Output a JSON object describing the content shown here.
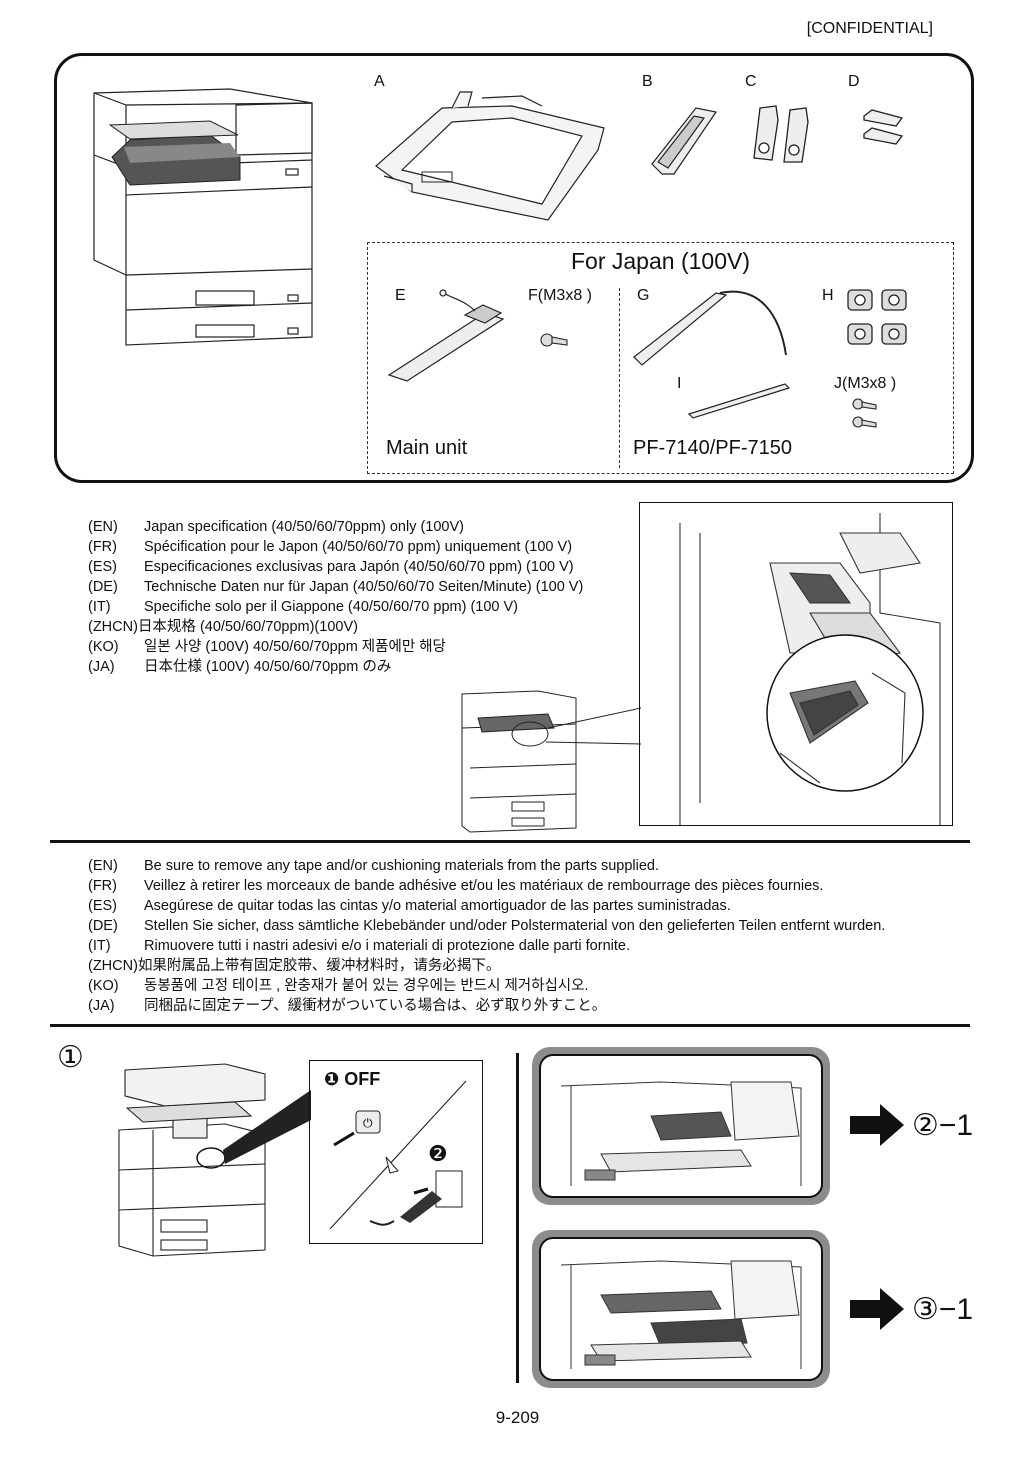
{
  "header": {
    "confidential": "[CONFIDENTIAL]"
  },
  "parts": {
    "a": "A",
    "b": "B",
    "c": "C",
    "d": "D",
    "japan_title": "For Japan (100V)",
    "e": "E",
    "f": "F(M3x8 )",
    "g": "G",
    "h": "H",
    "i": "I",
    "j": "J(M3x8 )",
    "main_unit": "Main unit",
    "pf_model": "PF-7140/PF-7150"
  },
  "spec_notes": [
    {
      "code": "(EN)",
      "text": "Japan specification (40/50/60/70ppm) only (100V)"
    },
    {
      "code": "(FR)",
      "text": "Spécification pour le Japon (40/50/60/70 ppm) uniquement (100 V)"
    },
    {
      "code": "(ES)",
      "text": "Especificaciones exclusivas para Japón (40/50/60/70 ppm) (100 V)"
    },
    {
      "code": "(DE)",
      "text": "Technische Daten nur für Japan (40/50/60/70 Seiten/Minute) (100 V)"
    },
    {
      "code": "(IT)",
      "text": "Specifiche solo per il Giappone (40/50/60/70 ppm) (100 V)"
    },
    {
      "code": "(ZHCN)",
      "text": "日本规格 (40/50/60/70ppm)(100V)"
    },
    {
      "code": "(KO)",
      "text": "일본 사양 (100V) 40/50/60/70ppm 제품에만 해당"
    },
    {
      "code": "(JA)",
      "text": "日本仕様 (100V) 40/50/60/70ppm のみ"
    }
  ],
  "tape_notes": [
    {
      "code": "(EN)",
      "text": "Be sure to remove any tape and/or cushioning materials from the parts supplied."
    },
    {
      "code": "(FR)",
      "text": "Veillez à retirer les morceaux de bande adhésive et/ou les matériaux de rembourrage des pièces fournies."
    },
    {
      "code": "(ES)",
      "text": "Asegúrese de quitar todas las cintas y/o material amortiguador de las partes suministradas."
    },
    {
      "code": "(DE)",
      "text": "Stellen Sie sicher, dass sämtliche Klebebänder und/oder Polstermaterial von den gelieferten Teilen entfernt wurden."
    },
    {
      "code": "(IT)",
      "text": "Rimuovere tutti i nastri adesivi e/o i materiali di protezione dalle parti fornite."
    },
    {
      "code": "(ZHCN)",
      "text": "如果附属品上带有固定胶带、缓冲材料时，请务必揭下。"
    },
    {
      "code": "(KO)",
      "text": "동봉품에 고정 테이프 , 완충재가 붙어 있는 경우에는 반드시 제거하십시오."
    },
    {
      "code": "(JA)",
      "text": "同梱品に固定テープ、緩衝材がついている場合は、必ず取り外すこと。"
    }
  ],
  "step": {
    "number": "①",
    "off_label": "OFF",
    "bullet_1": "❶",
    "bullet_2": "❷",
    "goto_1": "②−1",
    "goto_2": "③−1"
  },
  "footer": {
    "page_number": "9-209"
  }
}
